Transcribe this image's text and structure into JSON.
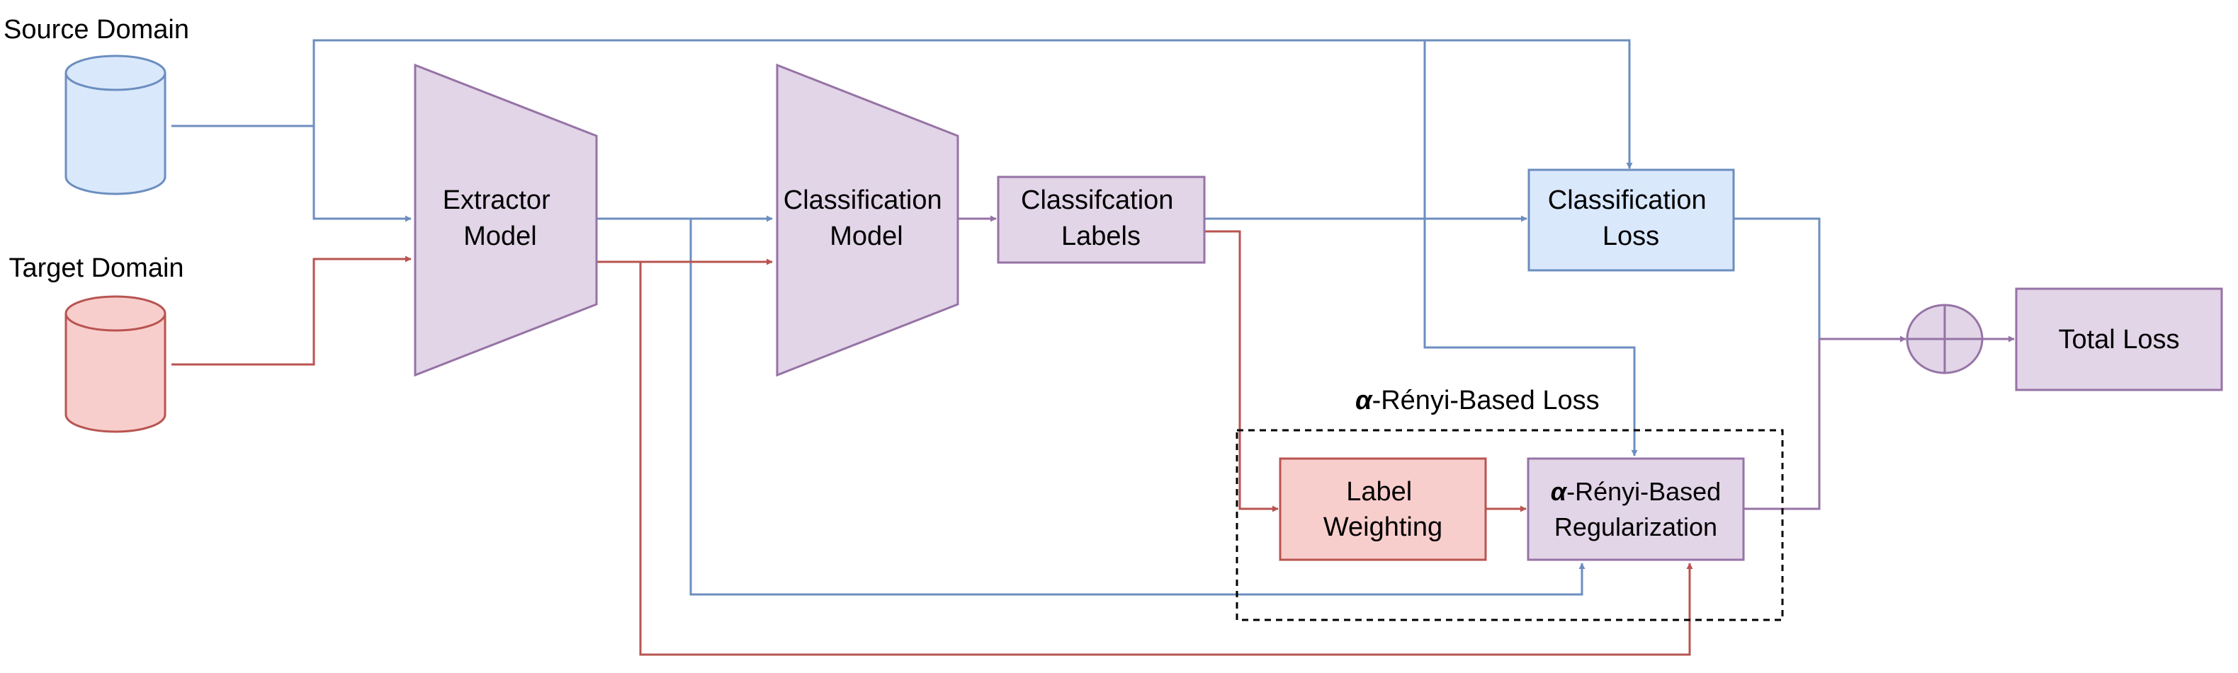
{
  "colors": {
    "blue_stroke": "#6c8ebf",
    "blue_fill": "#dae8fc",
    "red_stroke": "#b85450",
    "red_fill": "#f8cecc",
    "purple_stroke": "#9673a6",
    "purple_fill": "#e1d5e7"
  },
  "source": {
    "title": "Source Domain",
    "icon": "database-icon"
  },
  "target": {
    "title": "Target Domain",
    "icon": "database-icon"
  },
  "extractor": {
    "line1": "Extractor",
    "line2": "Model"
  },
  "classifier": {
    "line1": "Classification",
    "line2": "Model"
  },
  "labels": {
    "line1": "Classifcation",
    "line2": "Labels"
  },
  "class_loss": {
    "line1": "Classification",
    "line2": "Loss"
  },
  "group": {
    "alpha": "α",
    "title": "-Rényi-Based Loss"
  },
  "weighting": {
    "line1": "Label",
    "line2": "Weighting"
  },
  "regularization": {
    "alpha": "α",
    "line1": "-Rényi-Based",
    "line2": "Regularization"
  },
  "sum": {
    "icon": "circle-plus-icon"
  },
  "total": {
    "label": "Total Loss"
  }
}
